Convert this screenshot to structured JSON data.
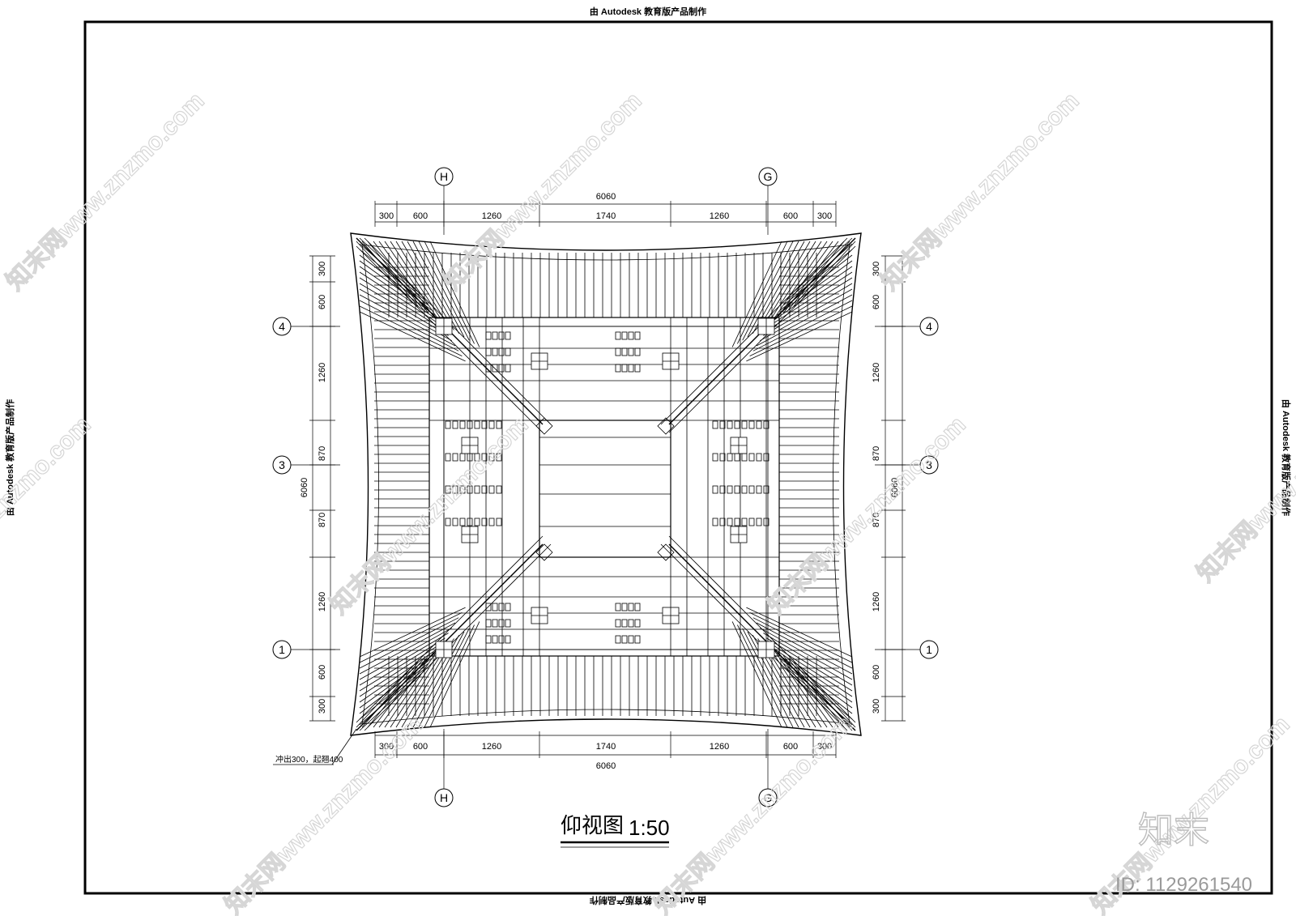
{
  "edu_stamp": "由 Autodesk 教育版产品制作",
  "title": "仰视图",
  "scale": "1:50",
  "note": "冲出300，起翘400",
  "axes": {
    "h_top_left": "H",
    "h_top_right": "G",
    "v_left": [
      "4",
      "3",
      "1"
    ],
    "v_right": [
      "4",
      "3",
      "1"
    ]
  },
  "dims_horizontal": [
    "300",
    "600",
    "1260",
    "1740",
    "1260",
    "600",
    "300"
  ],
  "dims_horizontal_total": "6060",
  "dims_vertical": [
    "300",
    "600",
    "1260",
    "870",
    "870",
    "1260",
    "600",
    "300"
  ],
  "dims_vertical_total": "6060",
  "watermark": "知末网www.znzmo.com",
  "brand": "知末",
  "doc_id": "ID: 1129261540"
}
